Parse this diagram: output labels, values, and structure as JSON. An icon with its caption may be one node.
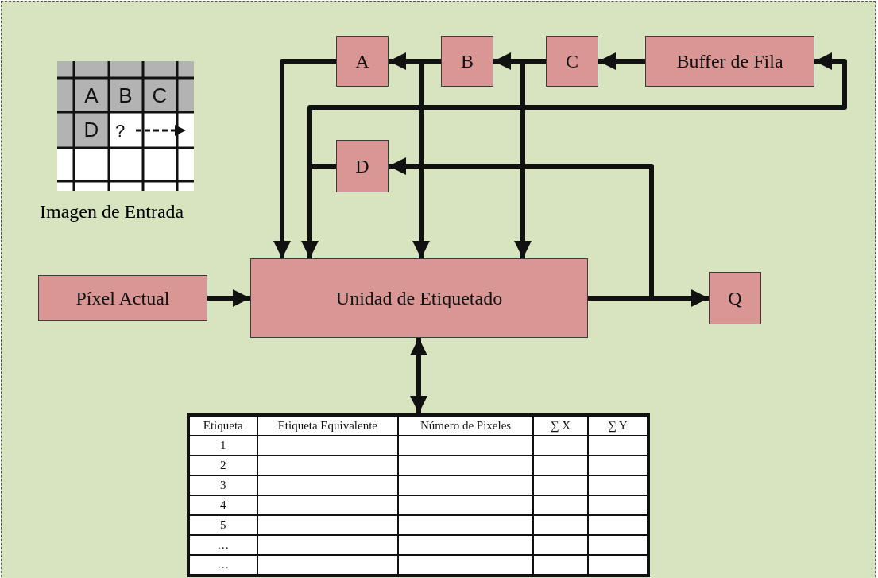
{
  "diagram": {
    "nodes": [
      {
        "text": [
          "A"
        ]
      },
      {
        "text": [
          "B"
        ]
      },
      {
        "text": [
          "C"
        ]
      },
      {
        "text": [
          "Buffer de Fila"
        ]
      },
      {
        "text": [
          "D"
        ]
      },
      {
        "text": [
          "Píxel Actual"
        ]
      },
      {
        "text": [
          "Unidad de Etiquetado"
        ]
      },
      {
        "text": [
          "Q"
        ]
      },
      {
        "text": [],
        "shape": "table"
      }
    ],
    "edges": [
      {
        "from": 1,
        "to": 0,
        "arrow": "to"
      },
      {
        "from": 2,
        "to": 1,
        "arrow": "to"
      },
      {
        "from": 3,
        "to": 2,
        "arrow": "to"
      },
      {
        "from": 0,
        "to": 6,
        "arrow": "to"
      },
      {
        "from": 4,
        "to": 6,
        "arrow": "to"
      },
      {
        "from": 4,
        "to": 3,
        "arrow": "to"
      },
      {
        "from": 1,
        "to": 6,
        "arrow": "to"
      },
      {
        "from": 2,
        "to": 6,
        "arrow": "to"
      },
      {
        "from": 6,
        "to": 4,
        "arrow": "to"
      },
      {
        "from": 5,
        "to": 6,
        "arrow": "to"
      },
      {
        "from": 6,
        "to": 7,
        "arrow": "to"
      },
      {
        "from": 6,
        "to": 8,
        "arrow": "both"
      }
    ],
    "labels": [
      "A",
      "B",
      "C",
      "D",
      "?",
      "Imagen de Entrada",
      "Etiqueta",
      "Etiqueta Equivalente",
      "Número de Pixeles",
      "∑ X",
      "∑ Y",
      "1",
      "2",
      "3",
      "4",
      "5",
      "…",
      "…"
    ]
  }
}
